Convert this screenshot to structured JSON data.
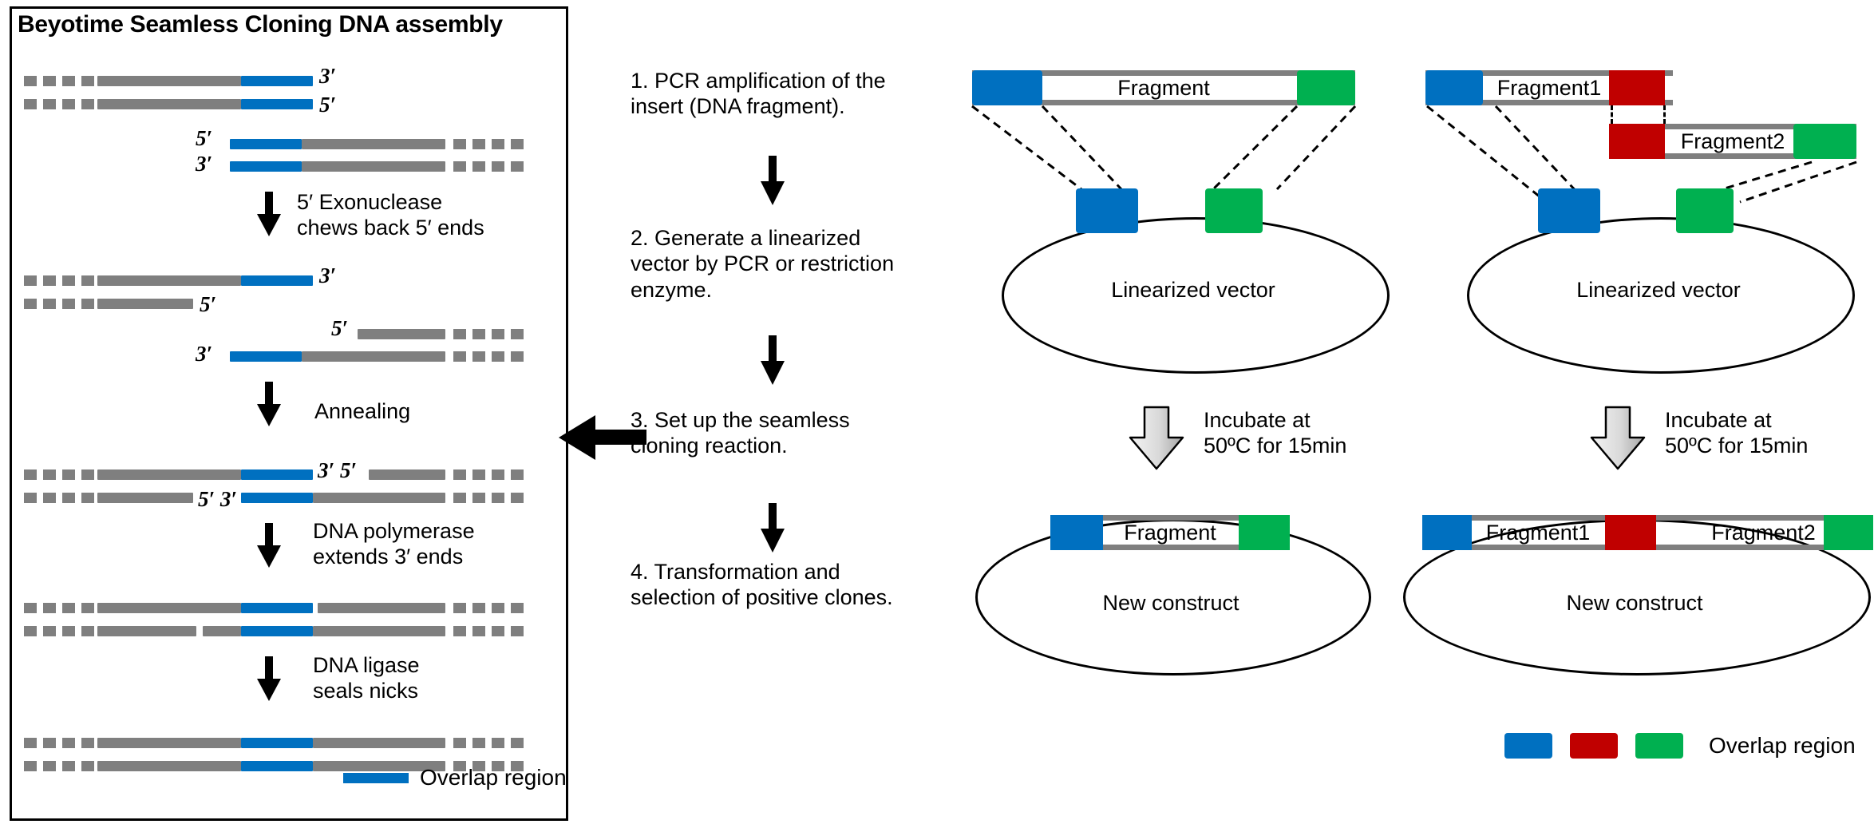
{
  "panel": {
    "title": "Beyotime Seamless Cloning  DNA assembly",
    "steps": [
      {
        "label": "5′ Exonuclease\nchews back 5′ ends"
      },
      {
        "label": "Annealing"
      },
      {
        "label": "DNA polymerase\nextends 3′ ends"
      },
      {
        "label": "DNA ligase\nseals  nicks"
      }
    ],
    "primes": {
      "three": "3′",
      "five": "5′",
      "three_five": "3′ 5′",
      "five_three": "5′ 3′"
    },
    "legend": {
      "label": "Overlap region",
      "color": "#0070c0"
    }
  },
  "workflow": {
    "steps": [
      {
        "num": "1.",
        "text": "PCR amplification of the insert (DNA fragment)."
      },
      {
        "num": "2.",
        "text": "Generate a linearized vector by PCR or restriction enzyme."
      },
      {
        "num": "3.",
        "text": "Set up the seamless cloning reaction."
      },
      {
        "num": "4.",
        "text": "Transformation and selection of positive clones."
      }
    ]
  },
  "single_fragment": {
    "fragment_label": "Fragment",
    "vector_label": "Linearized  vector",
    "incubate_text": "Incubate at\n50ºC for 15min",
    "construct_label": "New construct",
    "construct_fragment_label": "Fragment",
    "left_overlap_color": "#0070c0",
    "right_overlap_color": "#00b050"
  },
  "two_fragment": {
    "fragment1_label": "Fragment1",
    "fragment2_label": "Fragment2",
    "vector_label": "Linearized  vector",
    "incubate_text": "Incubate at\n50ºC for 15min",
    "construct_label": "New construct",
    "construct_fragment1_label": "Fragment1",
    "construct_fragment2_label": "Fragment2",
    "left_overlap_color": "#0070c0",
    "middle_overlap_color": "#c00000",
    "right_overlap_color": "#00b050"
  },
  "right_legend": {
    "label": "Overlap region",
    "colors": {
      "blue": "#0070c0",
      "red": "#c00000",
      "green": "#00b050"
    }
  },
  "palette": {
    "strand_gray": "#7f7f7f",
    "overlap_blue": "#0070c0",
    "overlap_green": "#00b050",
    "overlap_red": "#c00000",
    "outline_black": "#000000"
  }
}
